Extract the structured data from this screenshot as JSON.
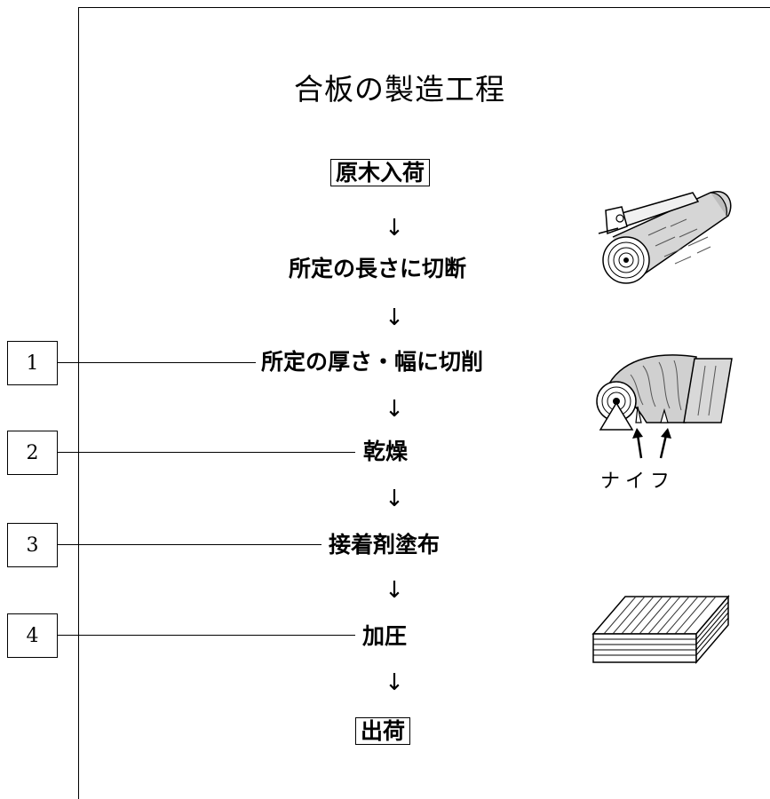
{
  "title": "合板の製造工程",
  "steps": [
    {
      "label": "原木入荷"
    },
    {
      "label": "所定の長さに切断"
    },
    {
      "label": "所定の厚さ・幅に切削"
    },
    {
      "label": "乾燥"
    },
    {
      "label": "接着剤塗布"
    },
    {
      "label": "加圧"
    },
    {
      "label": "出荷"
    }
  ],
  "arrow_glyph": "↓",
  "answer_boxes": [
    "1",
    "2",
    "3",
    "4"
  ],
  "illustrations": {
    "log_cutting": "log-cutting-machine",
    "veneer_peeling": "rotary-lathe-veneer",
    "veneer_stack": "stacked-plywood",
    "knife_label": "ナイフ"
  }
}
